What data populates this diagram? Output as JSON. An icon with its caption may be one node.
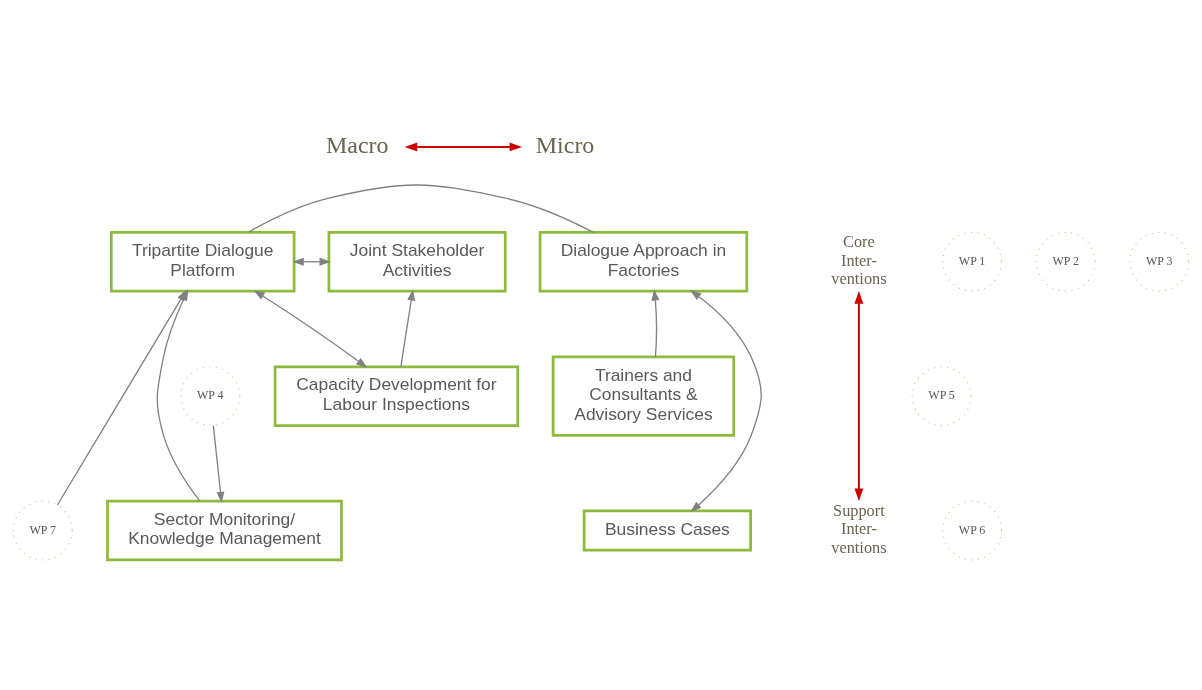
{
  "diagram": {
    "nodes": [
      {
        "text": [
          "Macro"
        ]
      },
      {
        "text": [
          "Micro"
        ]
      },
      {
        "text": [
          "Core Inter- ventions"
        ]
      },
      {
        "text": [
          "Tripartite Dialogue Platform"
        ]
      },
      {
        "text": [
          "WP 1"
        ]
      },
      {
        "text": [
          "Joint Stakeholder Activities"
        ]
      },
      {
        "text": [
          "WP 2"
        ]
      },
      {
        "text": [
          "Dialogue Approach in Factories"
        ]
      },
      {
        "text": [
          "WP 3"
        ]
      },
      {
        "text": [
          "Capacity Development for Labour Inspections"
        ]
      },
      {
        "text": [
          "WP 4"
        ]
      },
      {
        "text": [
          "Trainers and Consultants & Advisory Services"
        ]
      },
      {
        "text": [
          "WP 5"
        ]
      },
      {
        "text": [
          "Support Inter- ventions"
        ]
      },
      {
        "text": [
          "Sector Monitoring/ Knowledge Management"
        ]
      },
      {
        "text": [
          "WP 6"
        ]
      },
      {
        "text": [
          "Business Cases"
        ]
      },
      {
        "text": [
          "WP 7"
        ]
      }
    ],
    "edges": [
      {
        "from": 0,
        "to": 1,
        "arrow": "both",
        "color": "#cc0000"
      },
      {
        "from": 2,
        "to": 13,
        "arrow": "both",
        "color": "#cc0000"
      },
      {
        "from": 3,
        "to": 5,
        "arrow": "both"
      },
      {
        "from": 3,
        "to": 9,
        "arrow": "both"
      },
      {
        "from": 9,
        "to": 5,
        "arrow": "to"
      },
      {
        "from": 10,
        "to": 14,
        "arrow": "to"
      },
      {
        "from": 14,
        "to": 3,
        "arrow": "to"
      },
      {
        "from": 17,
        "to": 3,
        "arrow": "to"
      },
      {
        "from": 11,
        "to": 7,
        "arrow": "to"
      },
      {
        "from": 7,
        "to": 16,
        "arrow": "both"
      },
      {
        "from": 3,
        "to": 7,
        "arrow": "none"
      }
    ]
  }
}
